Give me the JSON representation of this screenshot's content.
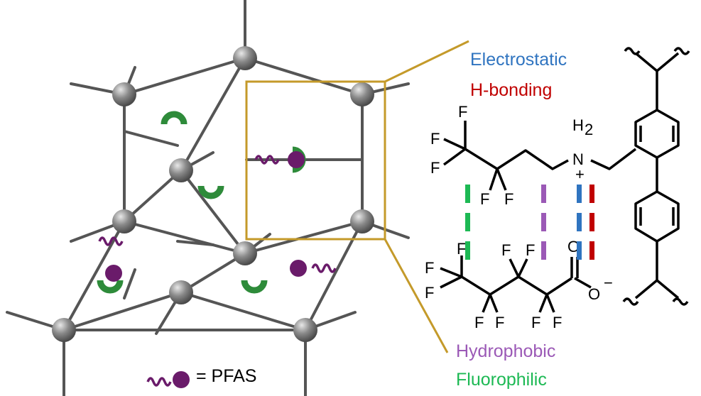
{
  "labels": {
    "electrostatic": "Electrostatic",
    "h_bonding": "H-bonding",
    "hydrophobic": "Hydrophobic",
    "fluorophilic": "Fluorophilic",
    "pfas_legend": "= PFAS"
  },
  "atoms": {
    "F": "F",
    "N": "N",
    "H2": "H",
    "sub2": "2",
    "O": "O",
    "plus": "+",
    "minus": "−"
  },
  "colors": {
    "electrostatic": "#2f74c0",
    "h_bonding": "#c00000",
    "hydrophobic": "#9b59b6",
    "fluorophilic": "#1db954",
    "frame": "#c49a2a",
    "node": "#7a7a7a",
    "pfas": "#6a1b6a",
    "receptor": "#2e8b3a"
  }
}
